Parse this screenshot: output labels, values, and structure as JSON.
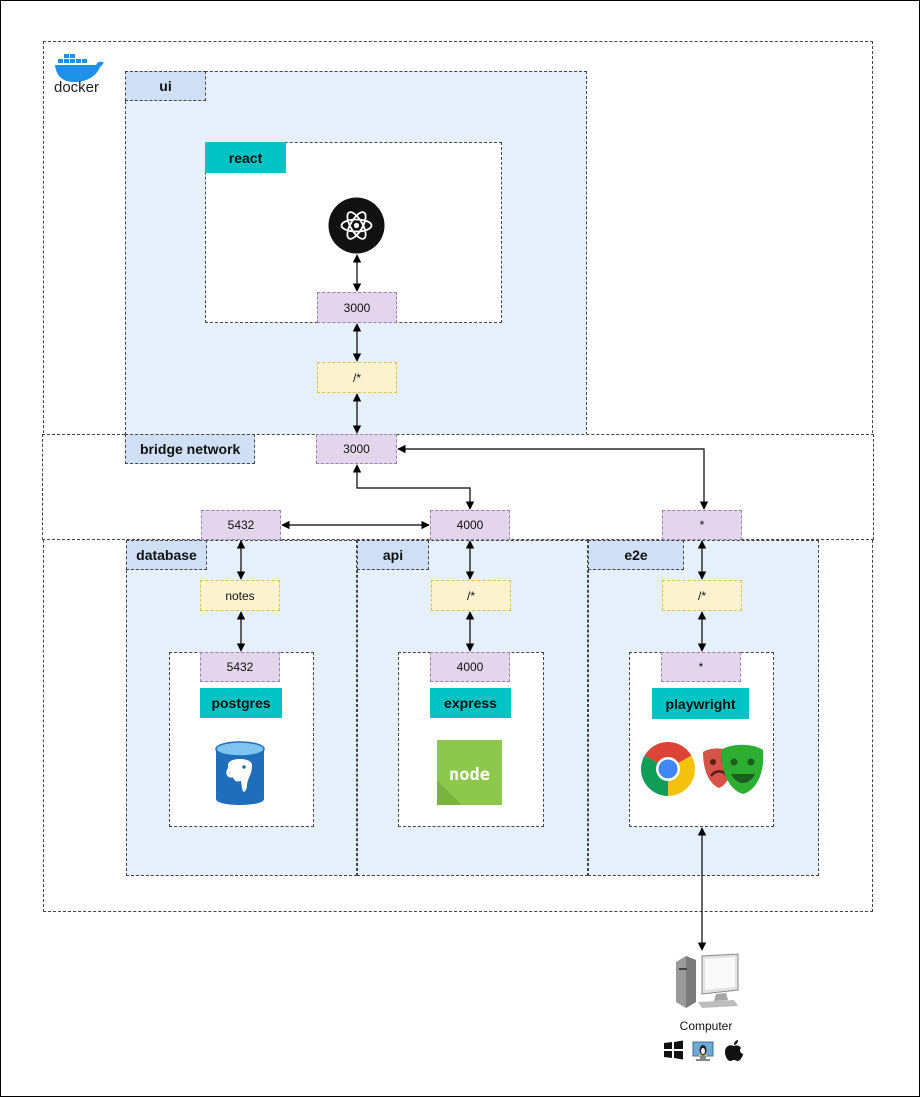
{
  "logo": {
    "docker_text": "docker"
  },
  "groups": {
    "ui": "ui",
    "react": "react",
    "bridge": "bridge network",
    "database": "database",
    "api": "api",
    "e2e": "e2e"
  },
  "apps": {
    "postgres": "postgres",
    "express": "express",
    "playwright": "playwright",
    "node_text": "node"
  },
  "ports": {
    "react_internal": "3000",
    "ui_path": "/*",
    "ui_bridge": "3000",
    "db_bridge": "5432",
    "api_bridge": "4000",
    "e2e_bridge": "*",
    "db_path": "notes",
    "api_path": "/*",
    "e2e_path": "/*",
    "db_internal": "5432",
    "api_internal": "4000",
    "e2e_internal": "*"
  },
  "computer": {
    "label": "Computer"
  },
  "colors": {
    "zone": "#e6f0fb",
    "tag": "#cfe0f5",
    "teal": "#00c4c4",
    "port": "#e3d6ec",
    "path": "#fdf2cf",
    "node_green": "#8cc84b",
    "postgres_blue": "#1f6ebc"
  },
  "icons": [
    "docker-logo-icon",
    "react-icon",
    "postgres-icon",
    "node-icon",
    "chrome-icon",
    "playwright-icon",
    "computer-icon",
    "windows-icon",
    "linux-icon",
    "apple-icon"
  ]
}
